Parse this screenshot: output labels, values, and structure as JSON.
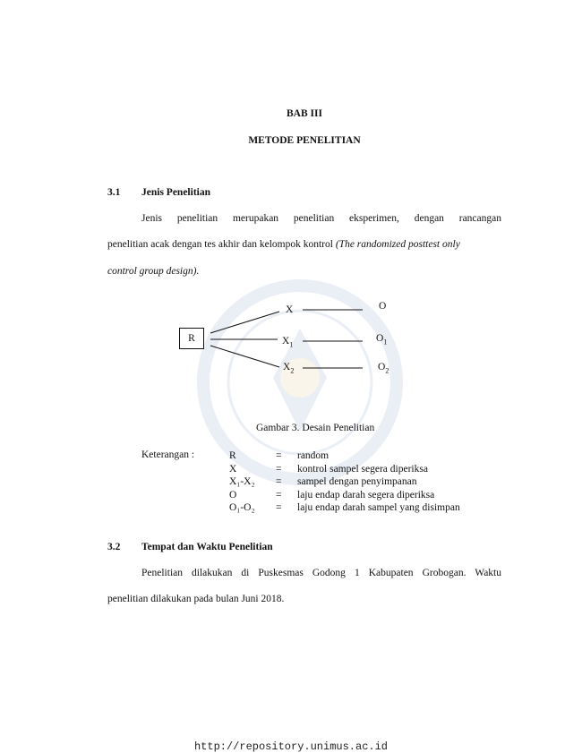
{
  "chapter": {
    "label": "BAB III",
    "title": "METODE PENELITIAN"
  },
  "section1": {
    "number": "3.1",
    "title": "Jenis Penelitian",
    "para_line1": "Jenis penelitian merupakan penelitian eksperimen, dengan rancangan",
    "para_line2_normal": "penelitian acak dengan tes akhir dan kelompok kontrol",
    "para_line2_italic": "(The randomized posttest only",
    "para_line3_italic": "control group design)."
  },
  "diagram": {
    "r_label": "R",
    "x_label": "X",
    "x1_base": "X",
    "x1_sub": "1",
    "x2_base": "X",
    "x2_sub": "2",
    "o_label": "O",
    "o1_base": "O",
    "o1_sub": "1",
    "o2_base": "O",
    "o2_sub": "2",
    "caption": "Gambar 3. Desain Penelitian"
  },
  "legend": {
    "title": "Keterangan :",
    "rows": [
      {
        "symbol_base": "R",
        "symbol_rest": "",
        "eq": "=",
        "desc": "random"
      },
      {
        "symbol_base": "X",
        "symbol_rest": "",
        "eq": "=",
        "desc": "kontrol sampel segera diperiksa"
      },
      {
        "symbol_base": "X₁-X₂",
        "symbol_rest": "",
        "eq": "=",
        "desc": "sampel dengan penyimpanan"
      },
      {
        "symbol_base": "O",
        "symbol_rest": "",
        "eq": "=",
        "desc": "laju endap darah segera diperiksa"
      },
      {
        "symbol_base": "O₁-O₂",
        "symbol_rest": "",
        "eq": "=",
        "desc": "laju endap darah sampel yang disimpan"
      }
    ]
  },
  "section2": {
    "number": "3.2",
    "title": "Tempat dan Waktu Penelitian",
    "para_line1": "Penelitian dilakukan di Puskesmas Godong 1 Kabupaten Grobogan. Waktu",
    "para_line2": "penelitian dilakukan pada bulan Juni 2018."
  },
  "footer": {
    "url": "http://repository.unimus.ac.id"
  }
}
